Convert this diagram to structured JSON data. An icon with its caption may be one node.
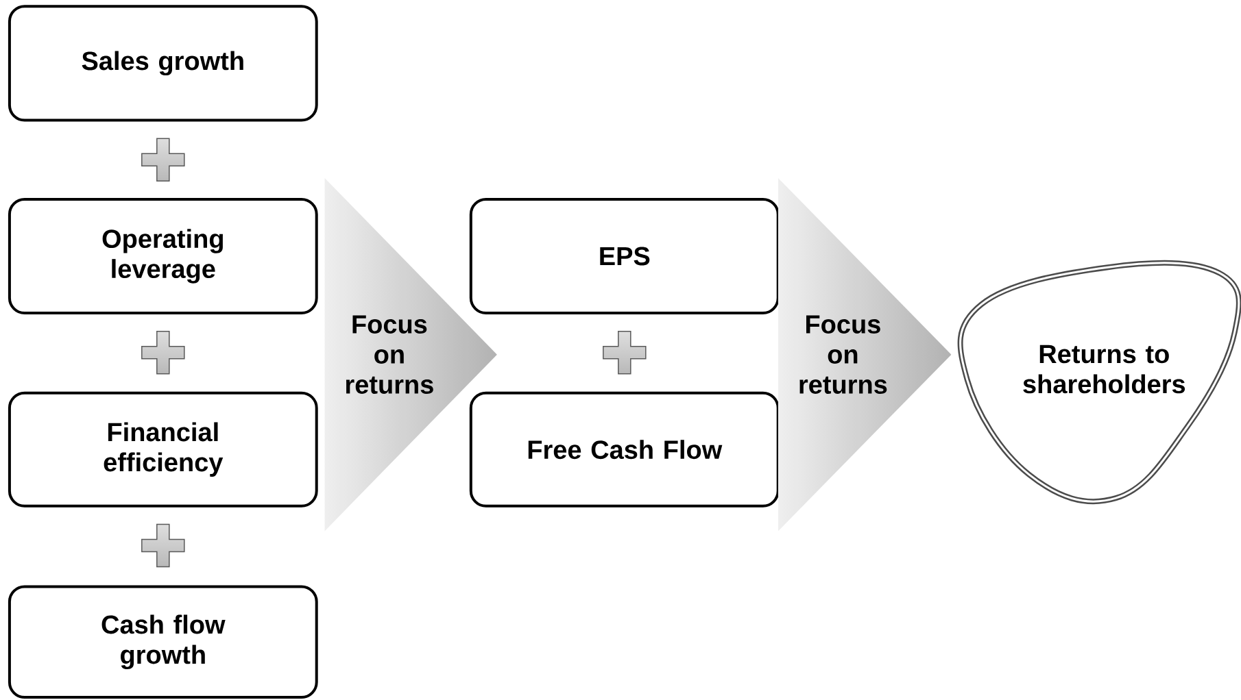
{
  "diagram": {
    "nodes": [
      {
        "text": [
          "Sales growth"
        ]
      },
      {
        "text": [
          "Operating leverage"
        ]
      },
      {
        "text": [
          "Financial efficiency"
        ]
      },
      {
        "text": [
          "Cash flow growth"
        ]
      },
      {
        "text": [
          "Focus on returns"
        ]
      },
      {
        "text": [
          "EPS"
        ]
      },
      {
        "text": [
          "Free Cash Flow"
        ]
      },
      {
        "text": [
          "Focus on returns"
        ]
      },
      {
        "text": [
          "Returns to shareholders"
        ]
      }
    ]
  }
}
